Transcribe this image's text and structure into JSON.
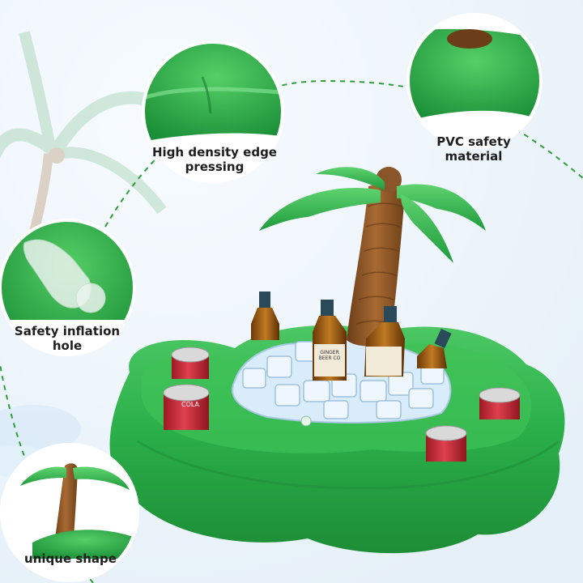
{
  "callouts": [
    {
      "label": "High density edge\npressing"
    },
    {
      "label": "PVC safety\nmaterial"
    },
    {
      "label": "Safety inflation\nhole"
    },
    {
      "label": "unique shape"
    }
  ],
  "cans": {
    "brand_text": "COLA"
  },
  "bottles": {
    "label_text": "GINGER\nBEER CO"
  },
  "colors": {
    "float_green": "#2bb04a",
    "float_green_dark": "#1e8f38",
    "trunk_brown": "#8a5528",
    "can_red": "#d42a3a",
    "bottle_amber": "#9c5a12",
    "ice_blue": "#d8ecfb",
    "dashed_line": "#2f9e3a",
    "sky_bg": "#eef5fb"
  }
}
